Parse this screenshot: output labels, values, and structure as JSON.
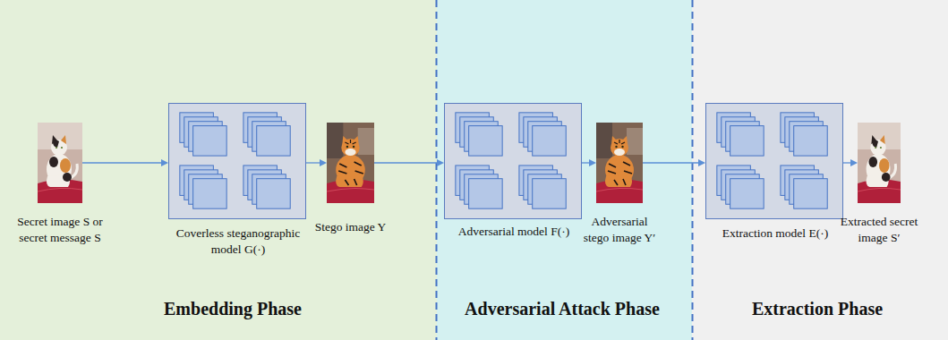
{
  "diagram": {
    "nodes": [
      {
        "text": [
          "Embedding Phase"
        ]
      },
      {
        "text": [
          "Secret image S or secret message S"
        ],
        "in": 0
      },
      {
        "text": [
          "Coverless steganographic model G(·)"
        ],
        "in": 0
      },
      {
        "text": [
          "Stego image Y"
        ],
        "in": 0
      },
      {
        "text": [
          "Adversarial Attack Phase"
        ]
      },
      {
        "text": [
          "Adversarial model F(·)"
        ],
        "in": 4
      },
      {
        "text": [
          "Adversarial stego image Y′"
        ],
        "in": 4
      },
      {
        "text": [
          "Extraction Phase"
        ]
      },
      {
        "text": [
          "Extraction model E(·)"
        ],
        "in": 7
      },
      {
        "text": [
          "Extracted secret image S′"
        ],
        "in": 7
      }
    ],
    "edges": [
      {
        "from": 1,
        "to": 2,
        "arrow": "to"
      },
      {
        "from": 2,
        "to": 3,
        "arrow": "to"
      },
      {
        "from": 3,
        "to": 5,
        "arrow": "to"
      },
      {
        "from": 5,
        "to": 6,
        "arrow": "to"
      },
      {
        "from": 6,
        "to": 8,
        "arrow": "to"
      },
      {
        "from": 8,
        "to": 9,
        "arrow": "to"
      }
    ]
  }
}
